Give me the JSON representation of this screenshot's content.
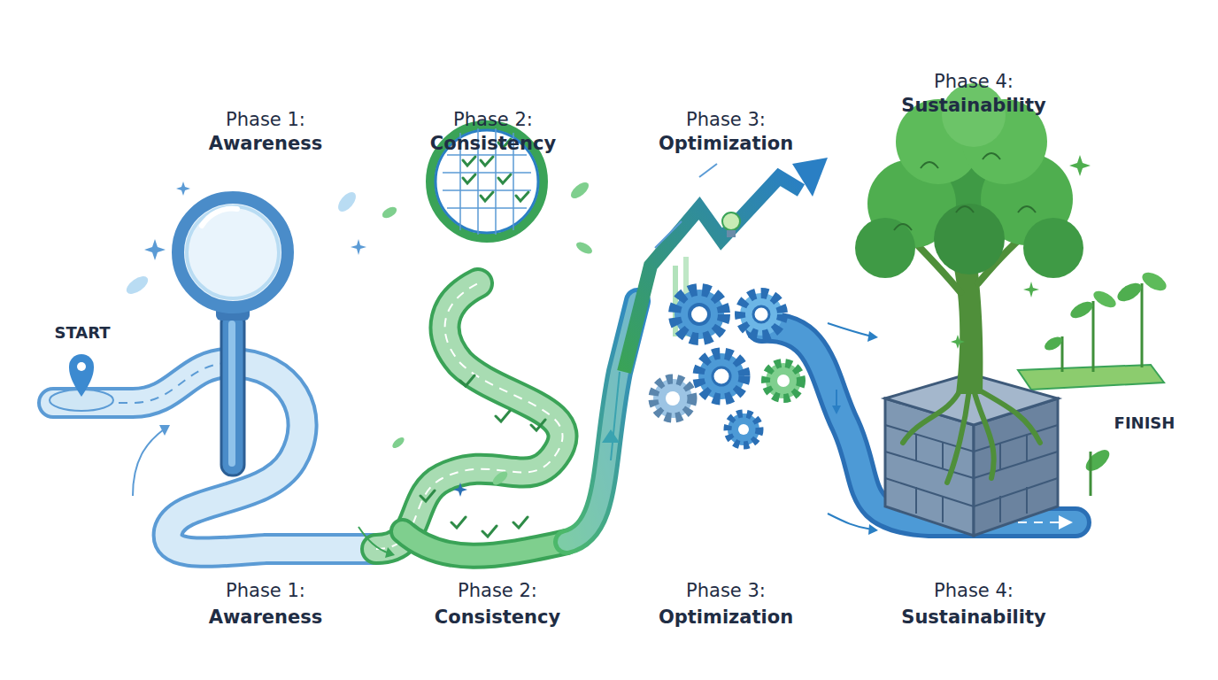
{
  "diagram": {
    "labels": [
      "Phase 1:",
      "Awareness",
      "Phase 2:",
      "Consistency",
      "Phase 3:",
      "Optimization",
      "Phase 4:",
      "Sustainability",
      "START",
      "FINISH",
      "Phase 1:",
      "Awareness",
      "Phase 2:",
      "Consistency",
      "Phase 3:",
      "Optimization",
      "Phase 4:",
      "Sustainability"
    ]
  }
}
